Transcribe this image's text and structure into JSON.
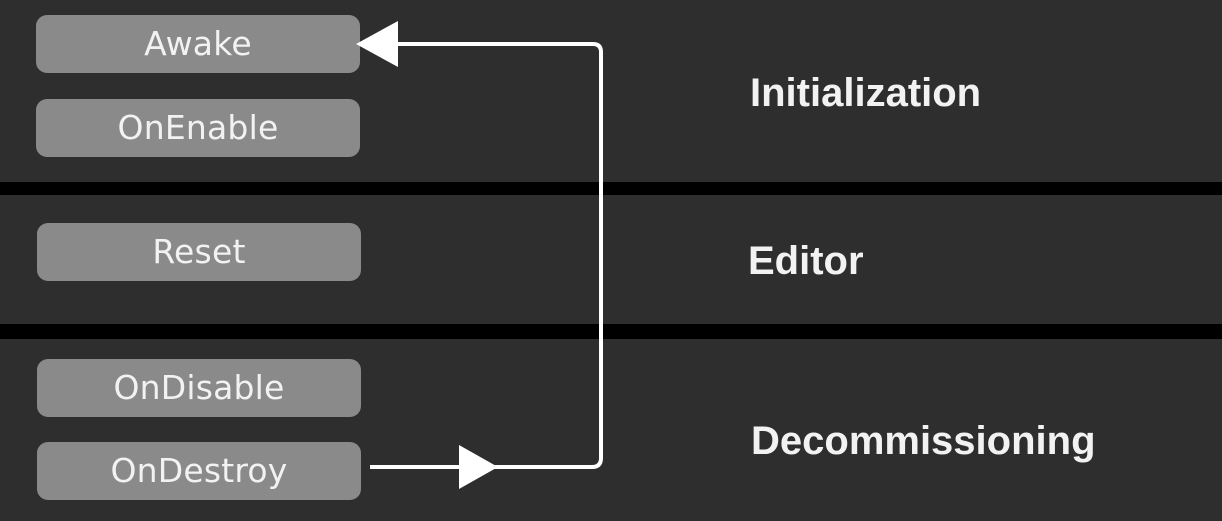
{
  "sections": {
    "initialization": {
      "label": "Initialization",
      "items": [
        "Awake",
        "OnEnable"
      ]
    },
    "editor": {
      "label": "Editor",
      "items": [
        "Reset"
      ]
    },
    "decommissioning": {
      "label": "Decommissioning",
      "items": [
        "OnDisable",
        "OnDestroy"
      ]
    }
  },
  "colors": {
    "background": "#000000",
    "band": "#2e2e2e",
    "pill": "#8a8a8a",
    "text": "#f2f2f2",
    "arrow": "#ffffff"
  }
}
